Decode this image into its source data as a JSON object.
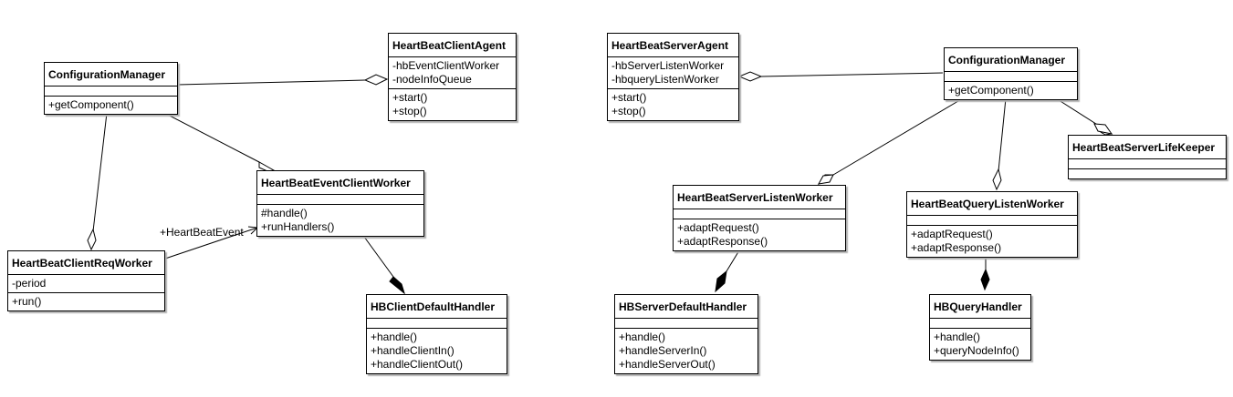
{
  "classes": {
    "cm_left": {
      "name": "ConfigurationManager",
      "attributes": [],
      "operations": [
        "+getComponent()"
      ]
    },
    "hb_client_agent": {
      "name": "HeartBeatClientAgent",
      "attributes": [
        "-hbEventClientWorker",
        "-nodeInfoQueue"
      ],
      "operations": [
        "+start()",
        "+stop()"
      ]
    },
    "hb_event_client_worker": {
      "name": "HeartBeatEventClientWorker",
      "attributes": [],
      "operations": [
        "#handle()",
        "+runHandlers()"
      ]
    },
    "hb_client_req_worker": {
      "name": "HeartBeatClientReqWorker",
      "attributes": [
        "-period"
      ],
      "operations": [
        "+run()"
      ]
    },
    "hb_client_default_handler": {
      "name": "HBClientDefaultHandler",
      "attributes": [],
      "operations": [
        "+handle()",
        "+handleClientIn()",
        "+handleClientOut()"
      ]
    },
    "hb_server_agent": {
      "name": "HeartBeatServerAgent",
      "attributes": [
        "-hbServerListenWorker",
        "-hbqueryListenWorker"
      ],
      "operations": [
        "+start()",
        "+stop()"
      ]
    },
    "cm_right": {
      "name": "ConfigurationManager",
      "attributes": [],
      "operations": [
        "+getComponent()"
      ]
    },
    "hb_server_life_keeper": {
      "name": "HeartBeatServerLifeKeeper",
      "attributes": [],
      "operations": []
    },
    "hb_server_listen_worker": {
      "name": "HeartBeatServerListenWorker",
      "attributes": [],
      "operations": [
        "+adaptRequest()",
        "+adaptResponse()"
      ]
    },
    "hb_query_listen_worker": {
      "name": "HeartBeatQueryListenWorker",
      "attributes": [],
      "operations": [
        "+adaptRequest()",
        "+adaptResponse()"
      ]
    },
    "hb_server_default_handler": {
      "name": "HBServerDefaultHandler",
      "attributes": [],
      "operations": [
        "+handle()",
        "+handleServerIn()",
        "+handleServerOut()"
      ]
    },
    "hb_query_handler": {
      "name": "HBQueryHandler",
      "attributes": [],
      "operations": [
        "+handle()",
        "+queryNodeInfo()"
      ]
    }
  },
  "edge_labels": {
    "heartbeat_event": "+HeartBeatEvent"
  },
  "colors": {
    "line": "#000000",
    "shadow": "#b0b0b0",
    "background": "#ffffff"
  }
}
